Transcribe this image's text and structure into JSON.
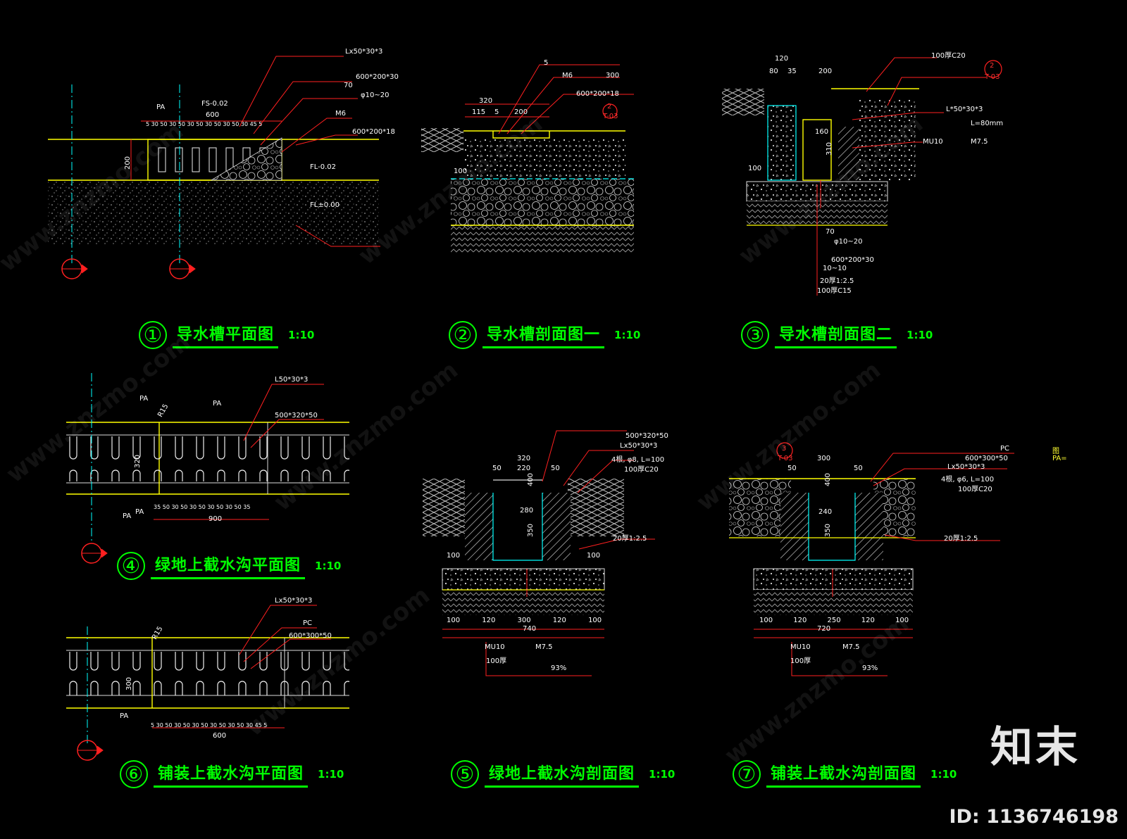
{
  "titles": [
    {
      "num": "①",
      "name": "导水槽平面图",
      "scale": "1:10"
    },
    {
      "num": "②",
      "name": "导水槽剖面图一",
      "scale": "1:10"
    },
    {
      "num": "③",
      "name": "导水槽剖面图二",
      "scale": "1:10"
    },
    {
      "num": "④",
      "name": "绿地上截水沟平面图",
      "scale": "1:10"
    },
    {
      "num": "⑥",
      "name": "铺装上截水沟平面图",
      "scale": "1:10"
    },
    {
      "num": "⑤",
      "name": "绿地上截水沟剖面图",
      "scale": "1:10"
    },
    {
      "num": "⑦",
      "name": "铺装上截水沟剖面图",
      "scale": "1:10"
    }
  ],
  "annotations": {
    "d1": {
      "lx": "Lx50*30*3",
      "size1": "600*200*30",
      "size2": "600*200*18",
      "fs": "FS-0.02",
      "fl1": "FL-0.02",
      "fl2": "FL±0.00",
      "pa": "PA",
      "w600": "600",
      "dims": "5 30 50 30 50 30 50 30 50 30 50 30 45 5",
      "h": "200",
      "m6": "M6",
      "s70": "70",
      "dia": "φ10~20"
    },
    "d2": {
      "s5": "5",
      "m6": "M6",
      "s300": "300",
      "size": "600*200*18",
      "d320": "320",
      "d115": "115",
      "d5": "5",
      "d200": "200",
      "d100": "100",
      "ref": "2",
      "refs": "T-03"
    },
    "d3": {
      "c20": "100厚C20",
      "lx": "L*50*30*3",
      "l80": "L=80mm",
      "mu10": "MU10",
      "m75": "M7.5",
      "d120": "120",
      "d80": "80",
      "d35": "35",
      "d200": "200",
      "d160": "160",
      "d310": "310",
      "d100": "100",
      "s70": "70",
      "dia": "φ10~20",
      "size": "600*200*30",
      "r10": "10~10",
      "r20": "20厚1:2.5",
      "c15": "100厚C15",
      "ref": "2",
      "refs": "T-03"
    },
    "d4": {
      "l50": "L50*30*3",
      "size": "500*320*50",
      "pa1": "PA",
      "pa2": "PA",
      "pa3": "PA",
      "pa4": "PA",
      "r15": "R15",
      "d900": "900",
      "dims": "35 50 30 50 30 50 30 50 30 50 35",
      "h320": "320"
    },
    "d5": {
      "size": "500*320*50",
      "lx": "Lx50*30*3",
      "rod": "4根, φ8, L=100",
      "c20": "100厚C20",
      "d320": "320",
      "d50a": "50",
      "d220": "220",
      "d50b": "50",
      "d280": "280",
      "d350": "350",
      "r20": "20厚1:2.5",
      "d100": "100",
      "d100b": "100",
      "bottom": "100 120 300 120 100",
      "total": "740",
      "mu10": "MU10",
      "m75": "M7.5",
      "l2": "100厚",
      "l3": "93%",
      "h400": "400"
    },
    "d6": {
      "lx": "Lx50*30*3",
      "pc": "PC",
      "size": "600*300*50",
      "r15": "R15",
      "w600": "600",
      "pa": "PA",
      "dims": "5 30 50 30 50 30 50 30 50 30 50 30 45 5",
      "h300": "300"
    },
    "d7": {
      "ref": "3",
      "refs": "T-03",
      "pc": "PC",
      "size": "600*300*50",
      "lx": "Lx50*30*3",
      "rod": "4根, φ6, L=100",
      "c20": "100厚C20",
      "d300": "300",
      "d50a": "50",
      "d50b": "50",
      "d240": "240",
      "d350": "350",
      "r20": "20厚1:2.5",
      "bottom": "100 120 250 120 100",
      "total": "720",
      "mu10": "MU10",
      "m75": "M7.5",
      "l2": "100厚",
      "l3": "93%",
      "h400": "400"
    },
    "legend": {
      "a": "PA=",
      "b": "图"
    }
  },
  "watermarks": [
    "www.znzmo.com",
    "www.znzmo.com",
    "www.znzmo.com",
    "www.znzmo.com",
    "www.znzmo.com",
    "www.znzmo.com",
    "www.znzmo.com",
    "www.znzmo.com"
  ],
  "brand": "知末",
  "image_id": "ID: 1136746198",
  "colors": {
    "green": "#00ff00",
    "red": "#ff2020",
    "yellow": "#ffff00",
    "cyan": "#00ffff",
    "white": "#ffffff"
  }
}
